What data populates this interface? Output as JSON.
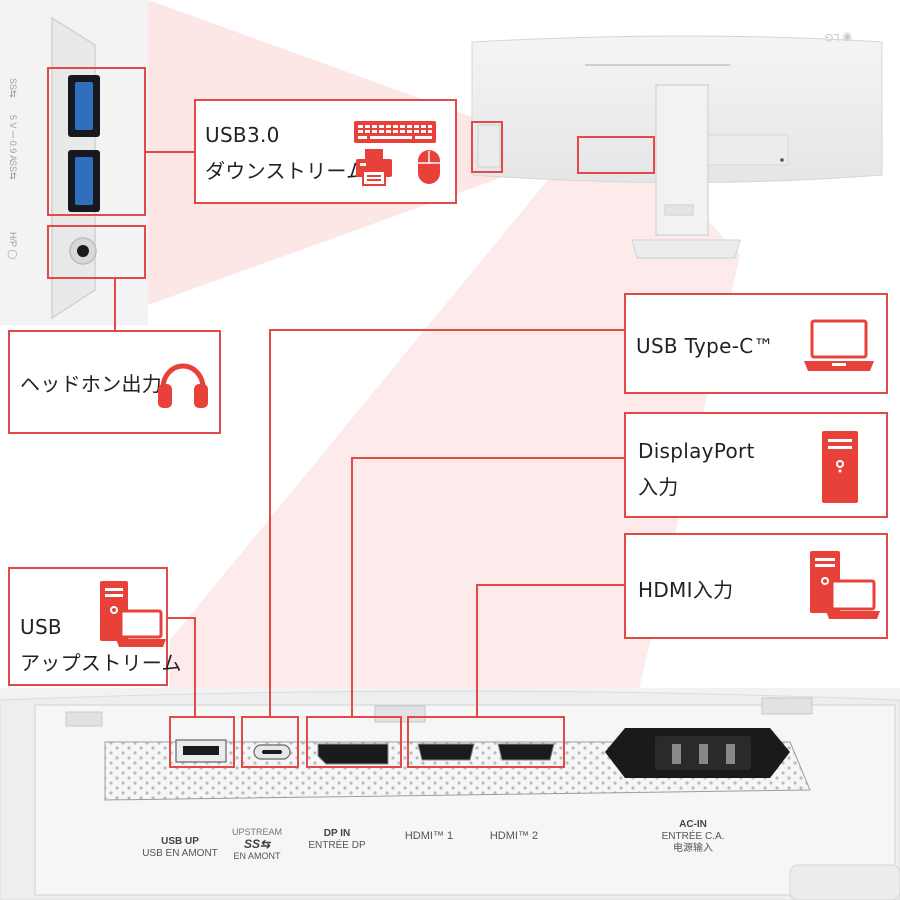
{
  "callouts": {
    "usb30": {
      "line1": "USB3.0",
      "line2": "ダウンストリーム"
    },
    "headphone": {
      "label": "ヘッドホン出力"
    },
    "usbc": {
      "label": "USB Type-C™"
    },
    "displayport": {
      "line1": "DisplayPort",
      "line2": "入力"
    },
    "hdmi": {
      "label": "HDMI入力"
    },
    "usbup": {
      "line1": "USB",
      "line2": "アップストリーム"
    }
  },
  "side_port_labels": {
    "ss1": "SS⇆",
    "power": "5 V ⎓ 0.9 A",
    "ss2": "SS⇆",
    "hp": "H/P ◯"
  },
  "monitor": {
    "logo": "◉ LG"
  },
  "port_labels": {
    "usb_up": {
      "l1": "USB UP",
      "l2": "USB EN AMONT"
    },
    "upstream": {
      "l1": "UPSTREAM",
      "l2": "SS⇆",
      "l3": "EN AMONT"
    },
    "dp_in": {
      "l1": "DP IN",
      "l2": "ENTRÉE DP"
    },
    "hdmi1": {
      "l1": "HDMI™ 1"
    },
    "hdmi2": {
      "l1": "HDMI™ 2"
    },
    "ac_in": {
      "l1": "AC-IN",
      "l2": "ENTRÉE C.A.",
      "l3": "电源输入"
    }
  },
  "colors": {
    "accent": "#e24a4a",
    "icon_red": "#e8413a",
    "panel_gray": "#8f9295",
    "beam_pink": "#fde5e5"
  },
  "icons": [
    "keyboard-icon",
    "printer-icon",
    "mouse-icon",
    "headphones-icon",
    "laptop-icon",
    "pc-tower-icon"
  ]
}
